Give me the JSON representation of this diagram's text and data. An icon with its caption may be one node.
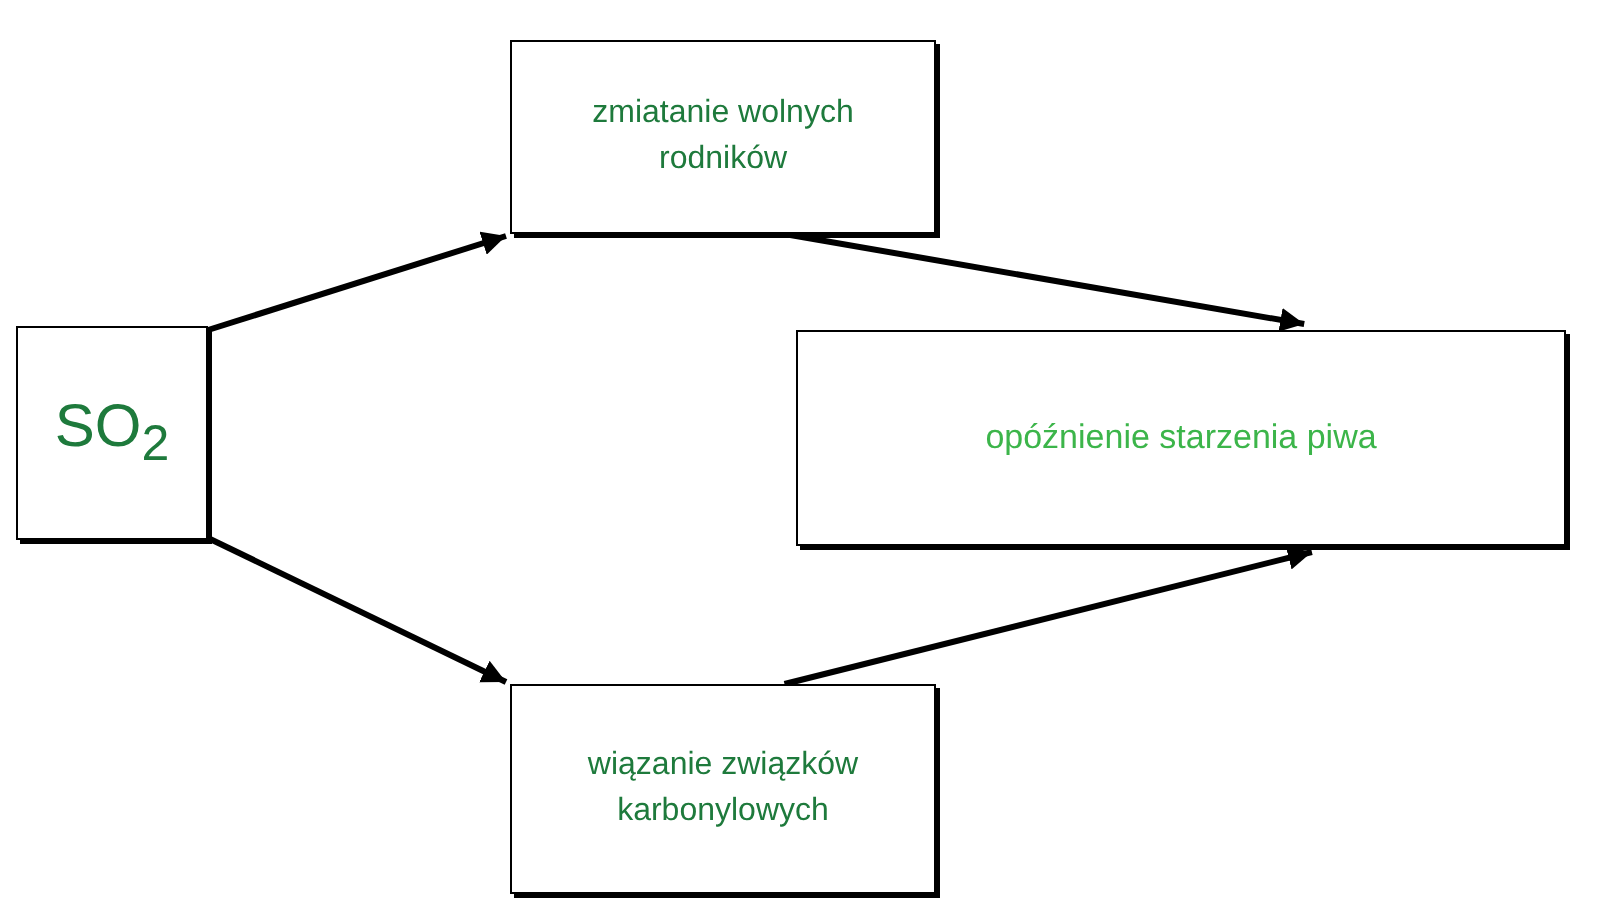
{
  "diagram": {
    "nodes": [
      {
        "text": [
          "SO$_{2}$"
        ]
      },
      {
        "text": [
          "zmiatanie wolnych rodników"
        ]
      },
      {
        "text": [
          "opóźnienie starzenia piwa"
        ]
      },
      {
        "text": [
          "wiązanie związków karbonylowych"
        ]
      }
    ],
    "edges": [
      {
        "from": 0,
        "to": 1,
        "arrow": "to"
      },
      {
        "from": 0,
        "to": 3,
        "arrow": "to"
      },
      {
        "from": 1,
        "to": 2,
        "arrow": "to"
      },
      {
        "from": 3,
        "to": 2,
        "arrow": "to"
      }
    ]
  }
}
